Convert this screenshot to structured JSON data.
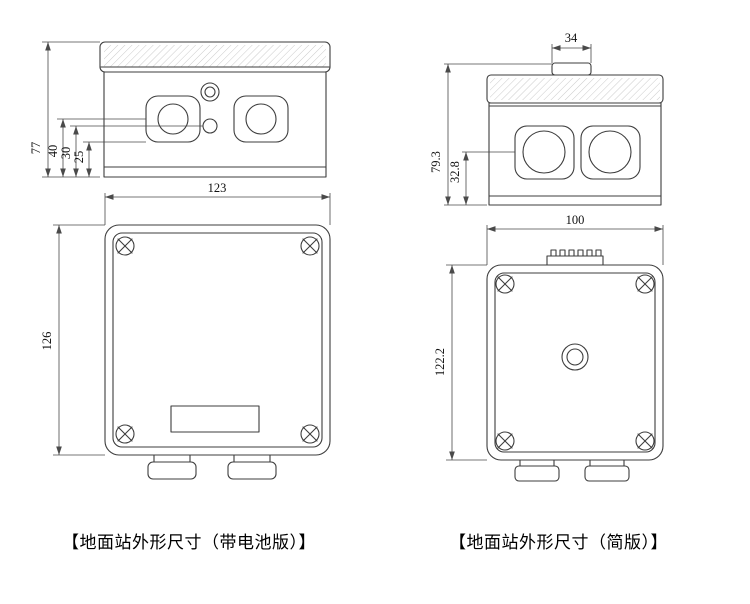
{
  "page": {
    "background": "#ffffff",
    "line_color": "#3d3d3d"
  },
  "captions": {
    "battery": "【地面站外形尺寸（带电池版）】",
    "simple": "【地面站外形尺寸（简版）】"
  },
  "dimensions": {
    "battery_front": {
      "total_height": "77",
      "gland_center_height": "40",
      "small_hole_height": "30",
      "gland_bottom_height": "25"
    },
    "battery_top": {
      "width": "123",
      "height": "126"
    },
    "simple_front": {
      "button_width": "34",
      "total_height": "79.3",
      "gland_center_height": "32.8"
    },
    "simple_top": {
      "width": "100",
      "height": "122.2"
    }
  }
}
